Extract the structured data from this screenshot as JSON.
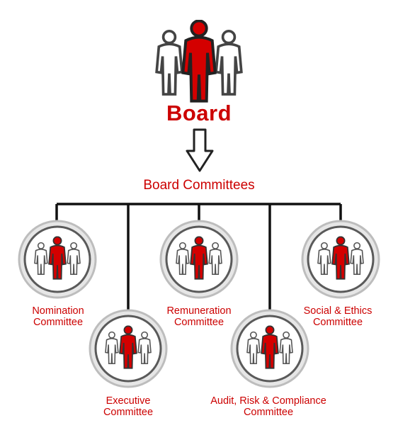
{
  "board": {
    "title": "Board",
    "icon": "board-people-icon"
  },
  "committees_heading": "Board Committees",
  "committees": [
    {
      "line1": "Nomination",
      "line2": "Committee",
      "icon": "committee-people-icon"
    },
    {
      "line1": "Executive",
      "line2": "Committee",
      "icon": "committee-people-icon"
    },
    {
      "line1": "Remuneration",
      "line2": "Committee",
      "icon": "committee-people-icon"
    },
    {
      "line1": "Audit, Risk & Compliance",
      "line2": "Committee",
      "icon": "committee-people-icon"
    },
    {
      "line1": "Social & Ethics",
      "line2": "Committee",
      "icon": "committee-people-icon"
    }
  ],
  "colors": {
    "accent": "#cc0000",
    "figure_red": "#d40000",
    "line": "#111111",
    "badge_ring": "#cfcfcf"
  }
}
